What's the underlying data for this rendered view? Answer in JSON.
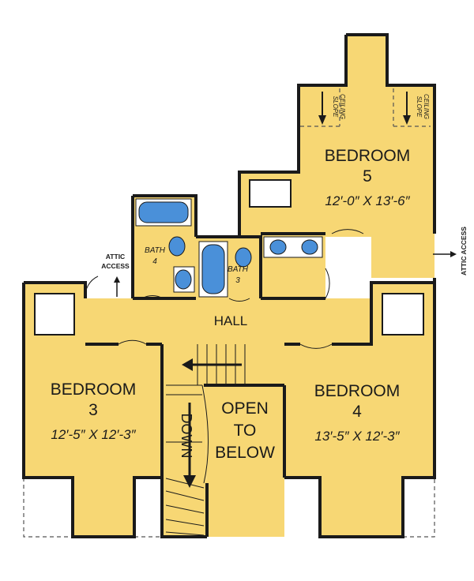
{
  "colors": {
    "floor": "#f7d774",
    "wall": "#1a1a1a",
    "fixture": "#4a90d9",
    "background": "#ffffff"
  },
  "rooms": {
    "bedroom5": {
      "name": "BEDROOM",
      "number": "5",
      "size": "12′-0″ X 13′-6″"
    },
    "bedroom3": {
      "name": "BEDROOM",
      "number": "3",
      "size": "12′-5″ X 12′-3″"
    },
    "bedroom4": {
      "name": "BEDROOM",
      "number": "4",
      "size": "13′-5″ X 12′-3″"
    },
    "hall": "HALL",
    "bath4": {
      "name": "BATH",
      "number": "4"
    },
    "bath3": {
      "name": "BATH",
      "number": "3"
    },
    "open_line1": "OPEN",
    "open_line2": "TO",
    "open_line3": "BELOW"
  },
  "stairs": {
    "label": "DOWN"
  },
  "notes": {
    "slope_line1": "SLOPE",
    "slope_line2": "CEILING",
    "attic_left_line1": "ATTIC",
    "attic_left_line2": "ACCESS",
    "attic_right": "ATTIC ACCESS"
  }
}
